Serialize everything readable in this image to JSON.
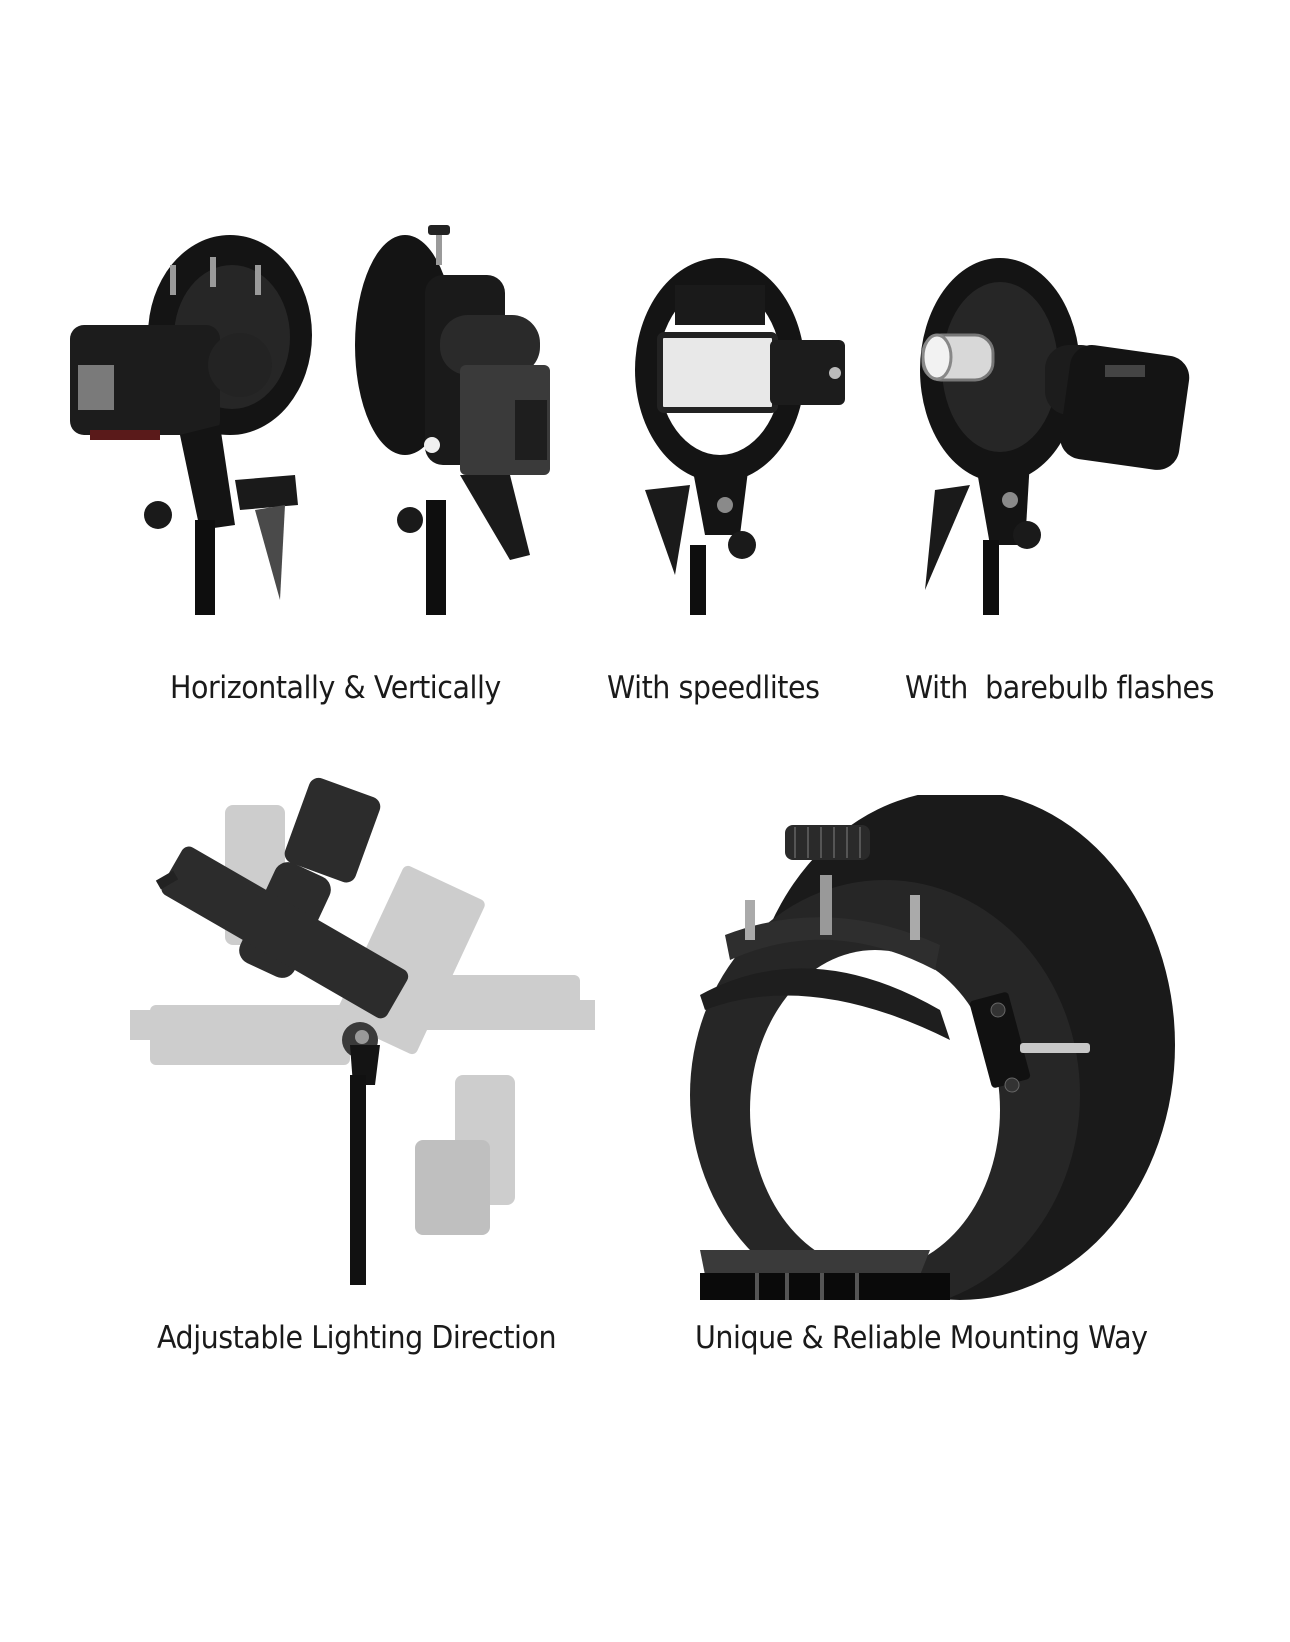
{
  "figure": {
    "top_row": [
      {
        "id": "p1",
        "caption": "Horizontally & Vertically",
        "subject": "S-type bracket with speedlite mounted horizontally and vertically on light stand (two views)"
      },
      {
        "id": "p2",
        "caption": "With speedlites",
        "subject": "S-type bracket holding a speedlite flash head through Bowens ring"
      },
      {
        "id": "p3",
        "caption": "With  barebulb flashes",
        "subject": "S-type bracket holding a barebulb flash with exposed bulb"
      }
    ],
    "bottom_row": [
      {
        "id": "p4",
        "caption": "Adjustable Lighting Direction",
        "subject": "Multiple-exposure view of bracket tilting through different angles on stand"
      },
      {
        "id": "p5",
        "caption": "Unique & Reliable Mounting Way",
        "subject": "Close-up of Bowens mount ring with knurled clamp knob and flash shoe plate"
      }
    ]
  },
  "colors": {
    "background": "#ffffff",
    "equipment": "#141414",
    "equipment_highlight": "#3a3a3a",
    "ghost": "#bdbdbd",
    "caption_text": "#1a1a1a"
  }
}
